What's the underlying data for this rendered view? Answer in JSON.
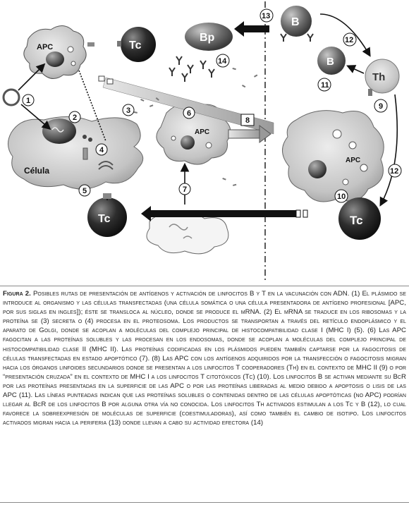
{
  "diagram": {
    "labels": {
      "apc": "APC",
      "tc": "Tc",
      "bp": "Bp",
      "b": "B",
      "th": "Th",
      "celula": "Célula"
    },
    "numbers": [
      "1",
      "2",
      "3",
      "4",
      "5",
      "6",
      "7",
      "8",
      "9",
      "10",
      "11",
      "12",
      "13",
      "14"
    ],
    "colors": {
      "cell_dark": "#2a2a2a",
      "cell_light": "#6e6e6e",
      "membrane_fill": "#d2d2d2",
      "arrow": "#111111"
    }
  },
  "caption": {
    "label": "Figura 2.",
    "text": "Posibles rutas de presentación de antígenos y activación de linfocitos B y T en la vacunación con ADN. (1) El plásmido se introduce al organismo y las células transfectadas (una célula somática o una célula presentadora de antígeno profesional [APC, por sus siglas en ingles]); éste se transloca al núcleo, donde se produce el mRNA. (2) El mRNA se traduce en los ribosomas y la proteína se (3) secreta o (4) procesa en el proteosoma. Los productos se transportan a través del retículo endoplásmico y el aparato de Golgi, donde se acoplan a moléculas del complejo principal de histocompatibilidad clase I (MHC I) (5). (6) Las APC fagocitan a las proteínas solubles y las procesan en los endosomas, donde se acoplan a moléculas del complejo principal de histocompatibilidad clase II (MHC II). Las proteínas codificadas en los plásmidos pueden también captarse por la fagocitosis de células transfectadas en estado apoptótico (7). (8) Las APC con los antígenos adquiridos por la transfección o fagocitosis migran hacia los órganos linfoides secundarios donde se presentan a los linfocitos T cooperadores (Th) en el contexto de MHC II (9) o por “presentación cruzada” en el contexto de MHC I a los linfocitos T citotóxicos (Tc) (10). Los linfocitos B se activan mediante su BcR por las proteínas presentadas en la superficie de las APC o por las proteínas liberadas al medio debido a apoptosis o lisis de las APC (11). Las líneas punteadas indican que las proteínas solubles o contenidas dentro de las células apoptóticas (no APC) podrían llegar al BcR de los linfocitos B por alguna otra vía no conocida. Los linfocitos Th activados estimulan a los Tc y B (12), lo cual favorece la sobreexpresión de moléculas de superficie (coestimuladoras), así como también el cambio de isotipo. Los linfocitos activados migran hacia la periferia (13) donde llevan a cabo su actividad efectora (14)"
  }
}
